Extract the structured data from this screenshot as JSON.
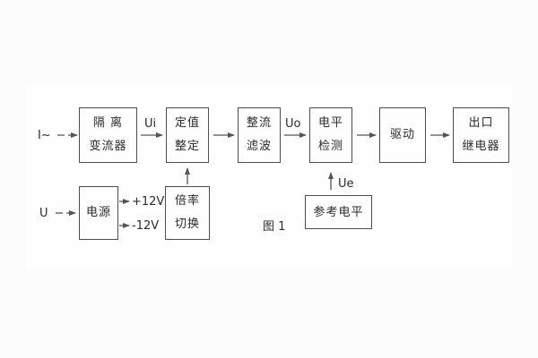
{
  "figure": {
    "caption": "图 1",
    "colors": {
      "background": "#fcfcfc",
      "panel": "#fefefe",
      "line": "#555555",
      "text": "#2b2b2b"
    },
    "blocks": {
      "isolation": {
        "line1": "隔 离",
        "line2": "变流器"
      },
      "setting": {
        "line1": "定值",
        "line2": "整定"
      },
      "rectifier": {
        "line1": "整流",
        "line2": "滤波"
      },
      "level_detect": {
        "line1": "电平",
        "line2": "检测"
      },
      "drive": {
        "label": "驱动"
      },
      "output_relay": {
        "line1": "出口",
        "line2": "继电器"
      },
      "power": {
        "label": "电源"
      },
      "ratio_switch": {
        "line1": "倍率",
        "line2": "切换"
      },
      "reference_level": {
        "label": "参考电平"
      }
    },
    "signal_labels": {
      "input_current": "I~",
      "ui": "Ui",
      "uo": "Uo",
      "ue": "Ue",
      "input_voltage": "U",
      "rail_positive": "+12V",
      "rail_negative": "-12V"
    }
  }
}
